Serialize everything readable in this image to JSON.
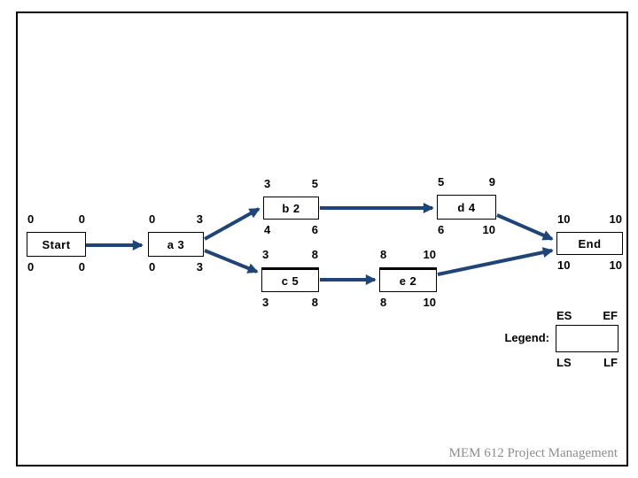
{
  "diagram": {
    "type": "activity-on-node project network",
    "nodes": [
      {
        "id": "start",
        "label": "Start",
        "es": "0",
        "ef": "0",
        "ls": "0",
        "lf": "0"
      },
      {
        "id": "a",
        "label": "a 3",
        "es": "0",
        "ef": "3",
        "ls": "0",
        "lf": "3"
      },
      {
        "id": "b",
        "label": "b 2",
        "es": "3",
        "ef": "5",
        "ls": "4",
        "lf": "6"
      },
      {
        "id": "c",
        "label": "c 5",
        "es": "3",
        "ef": "8",
        "ls": "3",
        "lf": "8"
      },
      {
        "id": "d",
        "label": "d 4",
        "es": "5",
        "ef": "9",
        "ls": "6",
        "lf": "10"
      },
      {
        "id": "e",
        "label": "e 2",
        "es": "8",
        "ef": "10",
        "ls": "8",
        "lf": "10"
      },
      {
        "id": "end",
        "label": "End",
        "es": "10",
        "ef": "10",
        "ls": "10",
        "lf": "10"
      }
    ],
    "edges": [
      {
        "from": "start",
        "to": "a"
      },
      {
        "from": "a",
        "to": "b"
      },
      {
        "from": "a",
        "to": "c"
      },
      {
        "from": "b",
        "to": "d"
      },
      {
        "from": "c",
        "to": "e"
      },
      {
        "from": "d",
        "to": "end"
      },
      {
        "from": "e",
        "to": "end"
      }
    ]
  },
  "legend": {
    "label": "Legend:",
    "es": "ES",
    "ef": "EF",
    "ls": "LS",
    "lf": "LF"
  },
  "footer": {
    "text": "MEM 612 Project Management"
  },
  "colors": {
    "arrow": "#1f4477",
    "node_border": "#000000",
    "footer_text": "#8c8c8c",
    "background": "#ffffff"
  }
}
